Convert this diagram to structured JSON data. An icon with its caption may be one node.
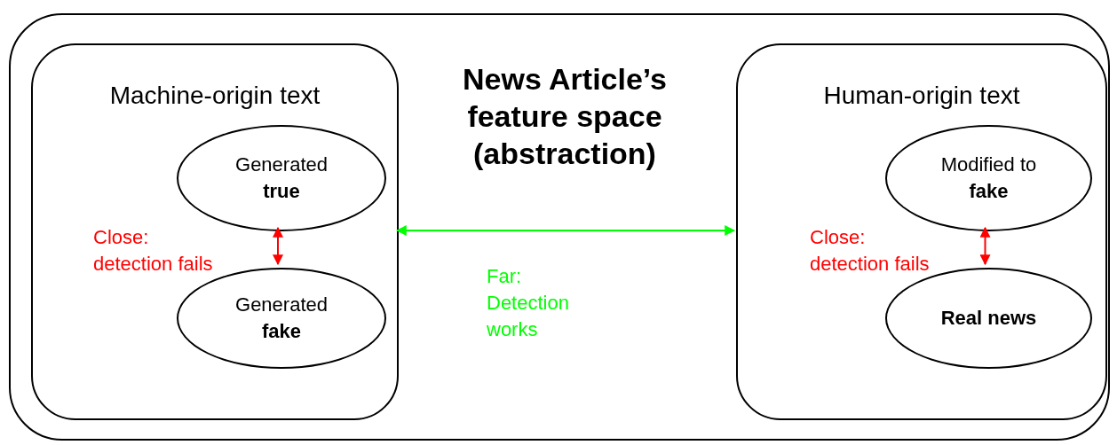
{
  "diagram": {
    "title": "News Article’s feature space (abstraction)",
    "nodes": [
      {
        "text": [],
        "shape": "box"
      },
      {
        "text": [
          "Machine-origin text"
        ],
        "in": 0
      },
      {
        "text": [
          "Generated **true**"
        ],
        "in": 1
      },
      {
        "text": [
          "Generated **fake**"
        ],
        "in": 1
      },
      {
        "text": [
          "Human-origin text"
        ],
        "in": 0
      },
      {
        "text": [
          "Modified to **fake**"
        ],
        "in": 4
      },
      {
        "text": [
          "**Real news**"
        ],
        "in": 4
      }
    ],
    "edges": [
      {
        "from": 2,
        "to": 3,
        "arrow": "both",
        "color": "#ff0000"
      },
      {
        "from": 1,
        "to": 4,
        "arrow": "both",
        "color": "#00ff00"
      },
      {
        "from": 5,
        "to": 6,
        "arrow": "both",
        "color": "#ff0000"
      }
    ],
    "labels": [
      "Close: detection fails",
      "Far: Detection works",
      "Close: detection fails"
    ]
  }
}
